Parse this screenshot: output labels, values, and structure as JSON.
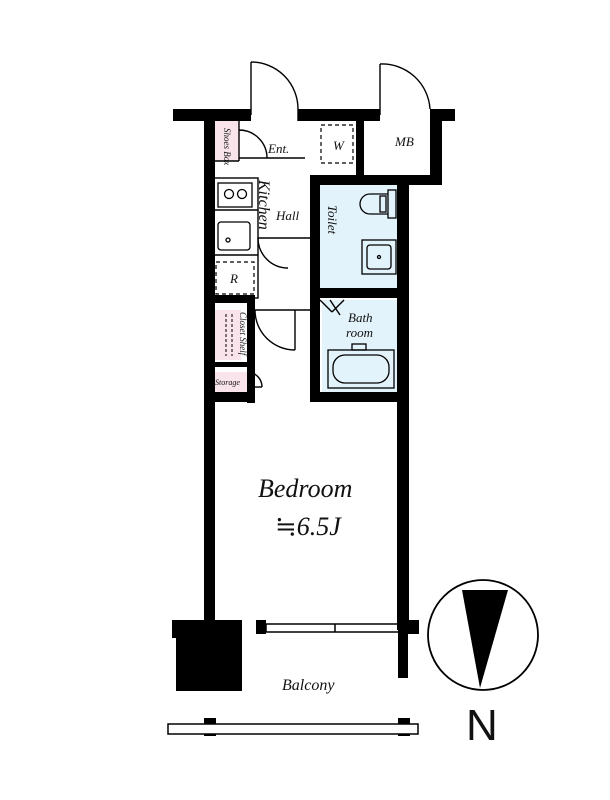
{
  "rooms": {
    "entrance": "Ent.",
    "shoes_box": "Shoes Box",
    "w": "W",
    "mb": "MB",
    "kitchen": "Kitchen",
    "hall": "Hall",
    "toilet": "Toilet",
    "refrigerator": "R",
    "bathroom_line1": "Bath",
    "bathroom_line2": "room",
    "closet_shelf": "Closet Shelf",
    "storage": "Storage",
    "bedroom": "Bedroom",
    "bedroom_size": "≒6.5J",
    "balcony": "Balcony"
  },
  "compass": {
    "north": "N"
  },
  "colors": {
    "wall": "#000000",
    "wet_area": "#e3f3fb",
    "storage_fill": "#f8e4ea",
    "background": "#ffffff"
  }
}
